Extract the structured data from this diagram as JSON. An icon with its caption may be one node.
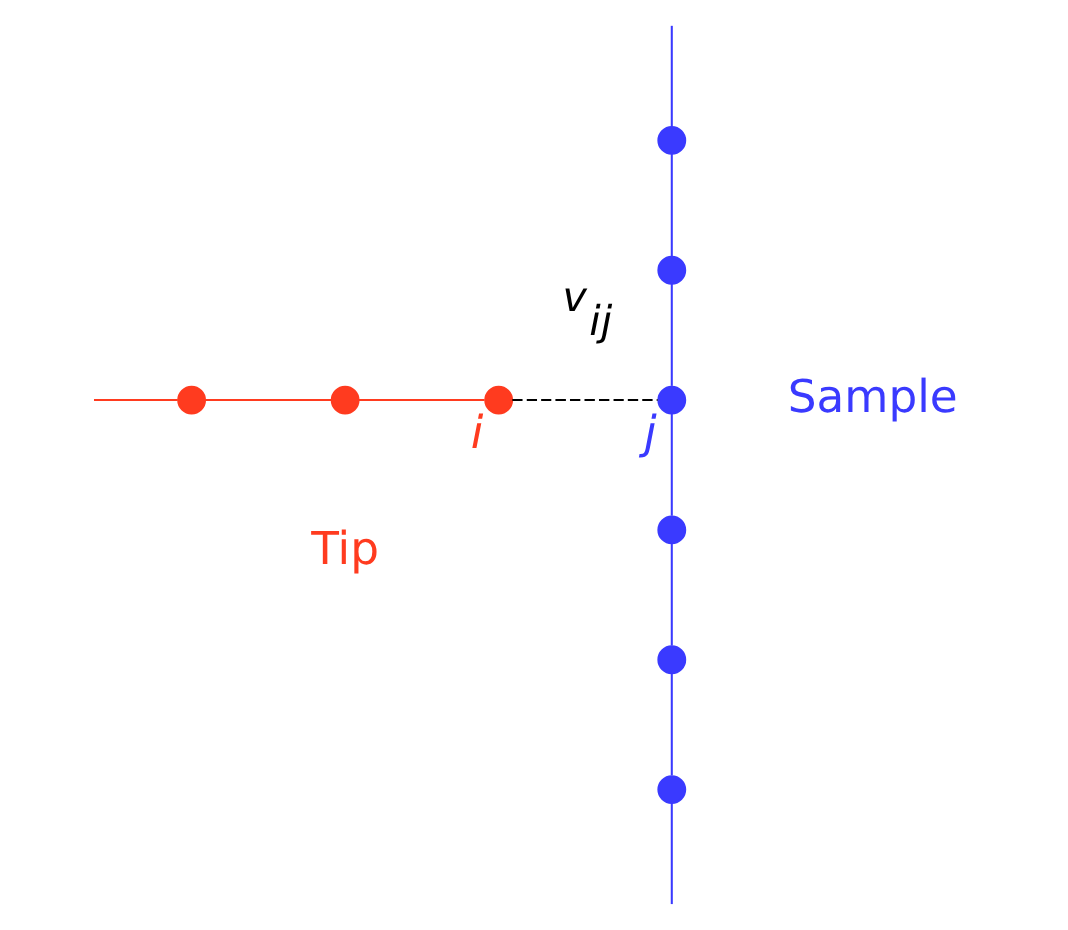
{
  "diagram": {
    "nodes": [
      {
        "text": [],
        "shape": "circle"
      },
      {
        "text": [],
        "shape": "circle"
      },
      {
        "text": [],
        "shape": "circle",
        "beside": [
          "i"
        ]
      },
      {
        "text": [],
        "shape": "circle"
      },
      {
        "text": [],
        "shape": "circle"
      },
      {
        "text": [],
        "shape": "circle",
        "beside": [
          "j"
        ]
      },
      {
        "text": [],
        "shape": "circle"
      },
      {
        "text": [],
        "shape": "circle"
      },
      {
        "text": [],
        "shape": "circle"
      }
    ],
    "edges": [
      {
        "from": null,
        "to": 0,
        "arrow": "none",
        "color": "#ff3b1f"
      },
      {
        "from": 0,
        "to": 1,
        "arrow": "none",
        "color": "#ff3b1f"
      },
      {
        "from": 1,
        "to": 2,
        "arrow": "none",
        "color": "#ff3b1f"
      },
      {
        "from": 2,
        "to": 5,
        "arrow": "none",
        "label": "v$_{ij}$",
        "style": "dashed",
        "color": "#000000"
      },
      {
        "from": null,
        "to": 3,
        "arrow": "none"
      },
      {
        "from": 3,
        "to": 4,
        "arrow": "none"
      },
      {
        "from": 4,
        "to": 5,
        "arrow": "none"
      },
      {
        "from": 5,
        "to": 6,
        "arrow": "none"
      },
      {
        "from": 6,
        "to": 7,
        "arrow": "none"
      },
      {
        "from": 7,
        "to": 8,
        "arrow": "none"
      },
      {
        "from": 8,
        "to": null,
        "arrow": "none"
      }
    ],
    "labels": [
      "Tip",
      "Sample"
    ]
  }
}
